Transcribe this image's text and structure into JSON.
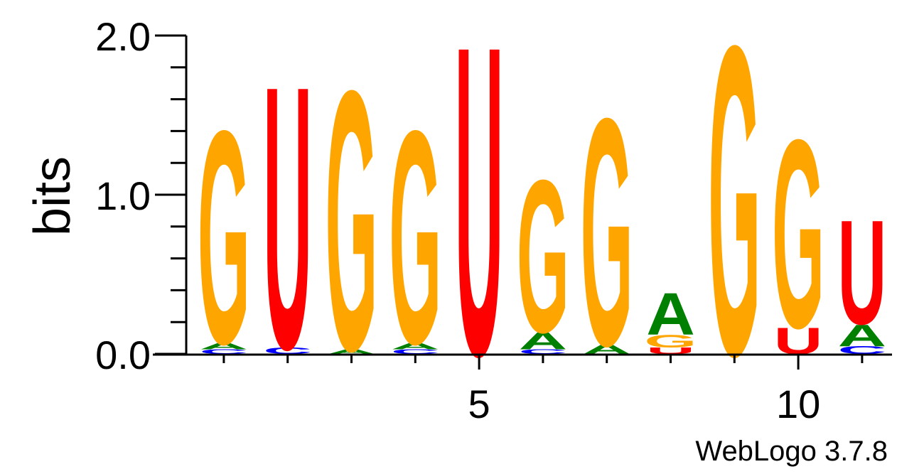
{
  "chart_data": {
    "type": "sequence-logo",
    "ylabel": "bits",
    "xlabel": "",
    "ylim": [
      0,
      2.0
    ],
    "yticks": [
      "0.0",
      "1.0",
      "2.0"
    ],
    "x_tick_labels": [
      {
        "position": 5,
        "label": "5"
      },
      {
        "position": 10,
        "label": "10"
      }
    ],
    "footer": "WebLogo 3.7.8",
    "colors": {
      "G": "#FFA500",
      "U": "#FF0000",
      "A": "#008000",
      "C": "#0000FF"
    },
    "positions": [
      {
        "pos": 1,
        "stack": [
          {
            "letter": "C",
            "bits": 0.03
          },
          {
            "letter": "A",
            "bits": 0.04
          },
          {
            "letter": "G",
            "bits": 1.37
          }
        ]
      },
      {
        "pos": 2,
        "stack": [
          {
            "letter": "C",
            "bits": 0.04
          },
          {
            "letter": "U",
            "bits": 1.69
          }
        ]
      },
      {
        "pos": 3,
        "stack": [
          {
            "letter": "A",
            "bits": 0.03
          },
          {
            "letter": "G",
            "bits": 1.67
          }
        ]
      },
      {
        "pos": 4,
        "stack": [
          {
            "letter": "C",
            "bits": 0.03
          },
          {
            "letter": "A",
            "bits": 0.04
          },
          {
            "letter": "G",
            "bits": 1.37
          }
        ]
      },
      {
        "pos": 5,
        "stack": [
          {
            "letter": "U",
            "bits": 1.99
          }
        ]
      },
      {
        "pos": 6,
        "stack": [
          {
            "letter": "C",
            "bits": 0.03
          },
          {
            "letter": "A",
            "bits": 0.11
          },
          {
            "letter": "G",
            "bits": 0.98
          }
        ]
      },
      {
        "pos": 7,
        "stack": [
          {
            "letter": "A",
            "bits": 0.06
          },
          {
            "letter": "G",
            "bits": 1.46
          }
        ]
      },
      {
        "pos": 8,
        "stack": [
          {
            "letter": "U",
            "bits": 0.04
          },
          {
            "letter": "G",
            "bits": 0.08
          },
          {
            "letter": "A",
            "bits": 0.27
          }
        ]
      },
      {
        "pos": 9,
        "stack": [
          {
            "letter": "G",
            "bits": 1.99
          }
        ]
      },
      {
        "pos": 10,
        "stack": [
          {
            "letter": "U",
            "bits": 0.17
          },
          {
            "letter": "G",
            "bits": 1.21
          }
        ]
      },
      {
        "pos": 11,
        "stack": [
          {
            "letter": "C",
            "bits": 0.05
          },
          {
            "letter": "A",
            "bits": 0.14
          },
          {
            "letter": "U",
            "bits": 0.67
          }
        ]
      }
    ]
  }
}
